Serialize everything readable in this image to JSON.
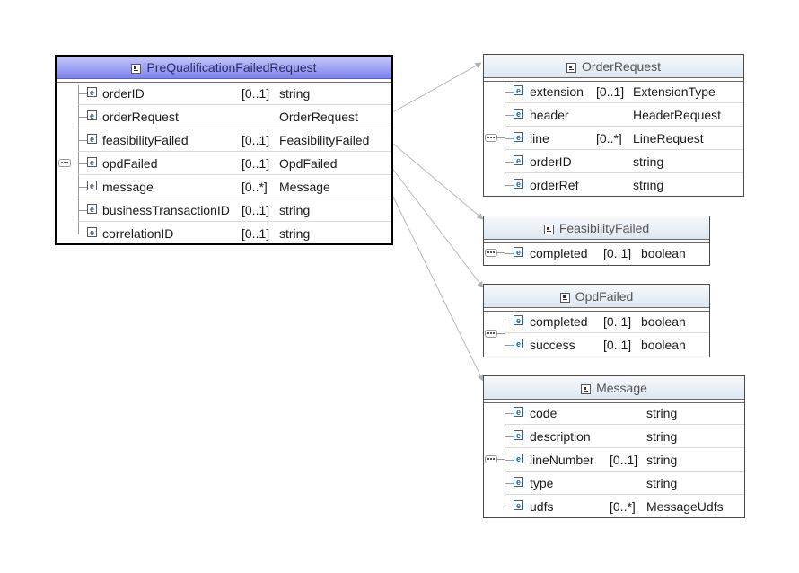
{
  "diagram": {
    "main": {
      "title": "PreQualificationFailedRequest",
      "elements": [
        {
          "name": "orderID",
          "card": "[0..1]",
          "type": "string"
        },
        {
          "name": "orderRequest",
          "card": "",
          "type": "OrderRequest"
        },
        {
          "name": "feasibilityFailed",
          "card": "[0..1]",
          "type": "FeasibilityFailed"
        },
        {
          "name": "opdFailed",
          "card": "[0..1]",
          "type": "OpdFailed"
        },
        {
          "name": "message",
          "card": "[0..*]",
          "type": "Message"
        },
        {
          "name": "businessTransactionID",
          "card": "[0..1]",
          "type": "string"
        },
        {
          "name": "correlationID",
          "card": "[0..1]",
          "type": "string"
        }
      ]
    },
    "order_request": {
      "title": "OrderRequest",
      "elements": [
        {
          "name": "extension",
          "card": "[0..1]",
          "type": "ExtensionType"
        },
        {
          "name": "header",
          "card": "",
          "type": "HeaderRequest"
        },
        {
          "name": "line",
          "card": "[0..*]",
          "type": "LineRequest"
        },
        {
          "name": "orderID",
          "card": "",
          "type": "string"
        },
        {
          "name": "orderRef",
          "card": "",
          "type": "string"
        }
      ]
    },
    "feasibility_failed": {
      "title": "FeasibilityFailed",
      "elements": [
        {
          "name": "completed",
          "card": "[0..1]",
          "type": "boolean"
        }
      ]
    },
    "opd_failed": {
      "title": "OpdFailed",
      "elements": [
        {
          "name": "completed",
          "card": "[0..1]",
          "type": "boolean"
        },
        {
          "name": "success",
          "card": "[0..1]",
          "type": "boolean"
        }
      ]
    },
    "message": {
      "title": "Message",
      "elements": [
        {
          "name": "code",
          "card": "",
          "type": "string"
        },
        {
          "name": "description",
          "card": "",
          "type": "string"
        },
        {
          "name": "lineNumber",
          "card": "[0..1]",
          "type": "string"
        },
        {
          "name": "type",
          "card": "",
          "type": "string"
        },
        {
          "name": "udfs",
          "card": "[0..*]",
          "type": "MessageUdfs"
        }
      ]
    },
    "colors": {
      "selected_header_top": "#c5c8fb",
      "selected_header_bottom": "#7d82ee",
      "header_top": "#f6f9fc",
      "header_bottom": "#dde7f1",
      "element_icon": "#2b5fa8",
      "connector": "#b0b0b0"
    },
    "icons": {
      "type_icon": "complex-type-icon",
      "element_icon": "element-icon",
      "group_icon": "sequence-icon"
    }
  }
}
